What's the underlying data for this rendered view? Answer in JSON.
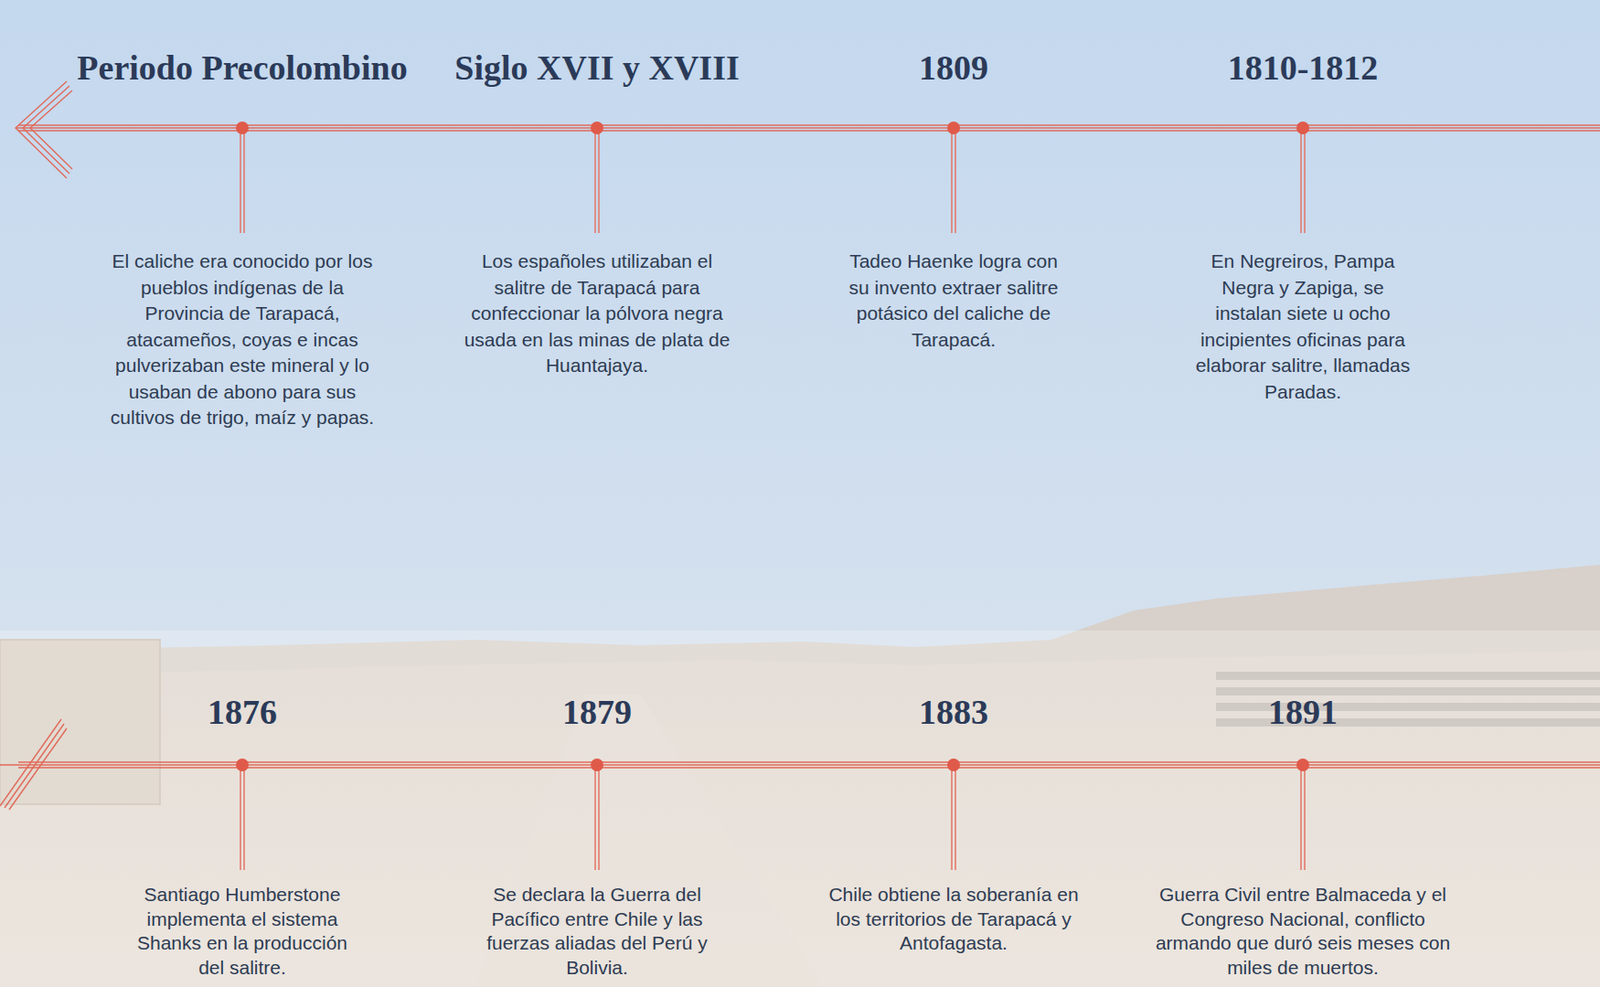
{
  "diagram": {
    "nodes": [
      {
        "text": [
          "Periodo Precolombino",
          "El caliche era conocido por los pueblos indígenas de la Provincia de Tarapacá, atacameños, coyas e incas pulverizaban este mineral y lo usaban de abono para sus cultivos de trigo, maíz y papas."
        ]
      },
      {
        "text": [
          "Siglo XVII y XVIII",
          "Los españoles utilizaban el salitre de Tarapacá para confeccionar la pólvora negra usada en las minas de plata de Huantajaya."
        ]
      },
      {
        "text": [
          "1809",
          "Tadeo Haenke logra con su invento extraer salitre potásico del caliche de Tarapacá."
        ]
      },
      {
        "text": [
          "1810-1812",
          "En Negreiros, Pampa Negra y Zapiga, se instalan siete u ocho incipientes oficinas para elaborar salitre, llamadas Paradas."
        ]
      },
      {
        "text": [
          "1876",
          "Santiago Humberstone implementa el sistema Shanks en la producción del salitre."
        ]
      },
      {
        "text": [
          "1879",
          "Se declara la Guerra del Pacífico entre Chile y las fuerzas aliadas del Perú y Bolivia."
        ]
      },
      {
        "text": [
          "1883",
          "Chile obtiene la soberanía en los territorios de Tarapacá y Antofagasta."
        ]
      },
      {
        "text": [
          "1891",
          "Guerra Civil entre Balmaceda y el Congreso Nacional, conflicto armando que duró seis meses con miles de muertos."
        ]
      }
    ]
  }
}
